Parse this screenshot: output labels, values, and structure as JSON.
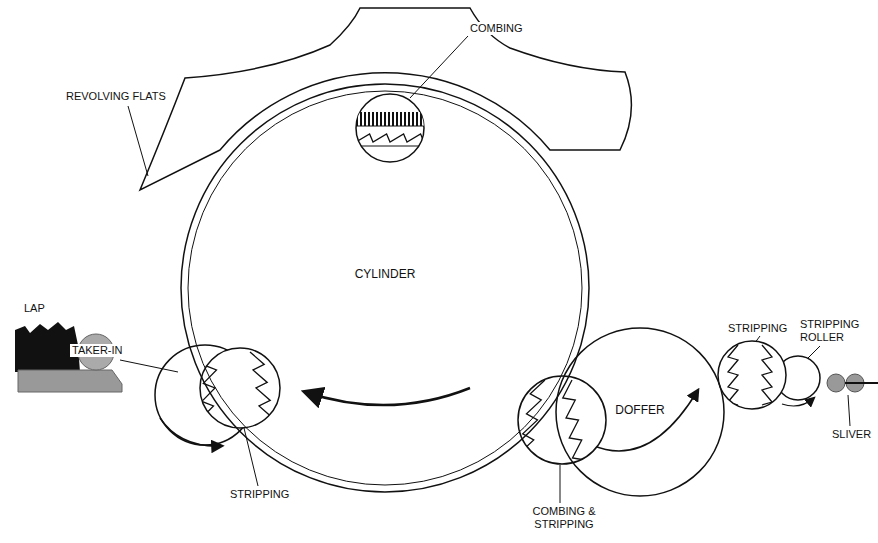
{
  "diagram": {
    "nodes": [
      {
        "text": [
          "CYLINDER"
        ]
      },
      {
        "text": [
          "DOFFER"
        ]
      }
    ],
    "labels": [
      "COMBING",
      "REVOLVING FLATS",
      "LAP",
      "TAKER-IN",
      "STRIPPING",
      "COMBING & STRIPPING",
      "STRIPPING",
      "STRIPPING ROLLER",
      "SLIVER"
    ]
  }
}
